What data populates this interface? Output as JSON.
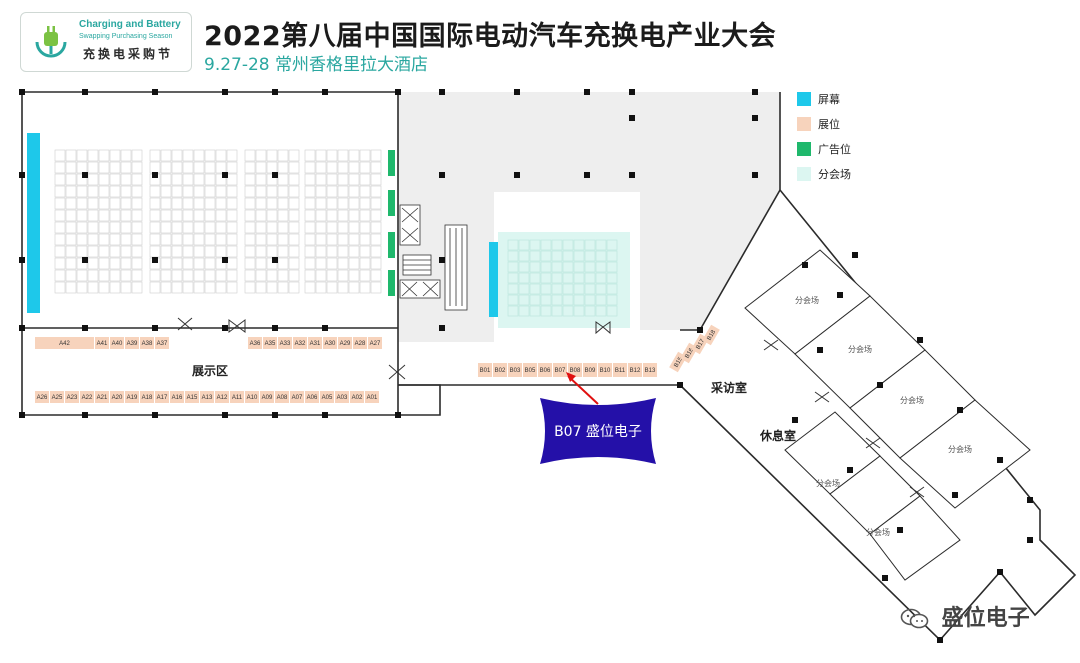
{
  "header": {
    "logo_en_line1": "Charging and Battery",
    "logo_en_line2": "Swapping Purchasing Season",
    "logo_cn": "充换电采购节",
    "title": "2022第八届中国国际电动汽车充换电产业大会",
    "subtitle": "9.27-28  常州香格里拉大酒店"
  },
  "legend": [
    {
      "label": "屏幕",
      "color": "#1ec8ea"
    },
    {
      "label": "展位",
      "color": "#f7d3bc"
    },
    {
      "label": "广告位",
      "color": "#1fb86c"
    },
    {
      "label": "分会场",
      "color": "#dcf6f1"
    }
  ],
  "colors": {
    "screen": "#1ec8ea",
    "booth": "#f7d3bc",
    "ad": "#1fb86c",
    "breakout": "#dcf6f1",
    "floor_gray": "#eeeeee",
    "callout": "#2410a8",
    "arrow": "#e01010"
  },
  "booths": {
    "a_top_left": [
      "A42",
      "A41",
      "A40",
      "A39",
      "A38",
      "A37"
    ],
    "a_top_right": [
      "A36",
      "A35",
      "A33",
      "A32",
      "A31",
      "A30",
      "A29",
      "A28",
      "A27"
    ],
    "a_bottom": [
      "A26",
      "A25",
      "A23",
      "A22",
      "A21",
      "A20",
      "A19",
      "A18",
      "A17",
      "A16",
      "A15",
      "A13",
      "A12",
      "A11",
      "A10",
      "A09",
      "A08",
      "A07",
      "A06",
      "A05",
      "A03",
      "A02",
      "A01"
    ],
    "b_row": [
      "B01",
      "B02",
      "B03",
      "B05",
      "B06",
      "B07",
      "B08",
      "B09",
      "B10",
      "B11",
      "B12",
      "B13"
    ],
    "b_diag": [
      "B15",
      "B16",
      "B17",
      "B18"
    ]
  },
  "labels": {
    "exhibition_area": "展示区",
    "interview_room": "采访室",
    "lounge": "休息室",
    "breakout": "分会场"
  },
  "callout": {
    "text": "B07 盛位电子"
  },
  "watermark": {
    "text": "盛位电子",
    "icon": "wechat-icon"
  }
}
